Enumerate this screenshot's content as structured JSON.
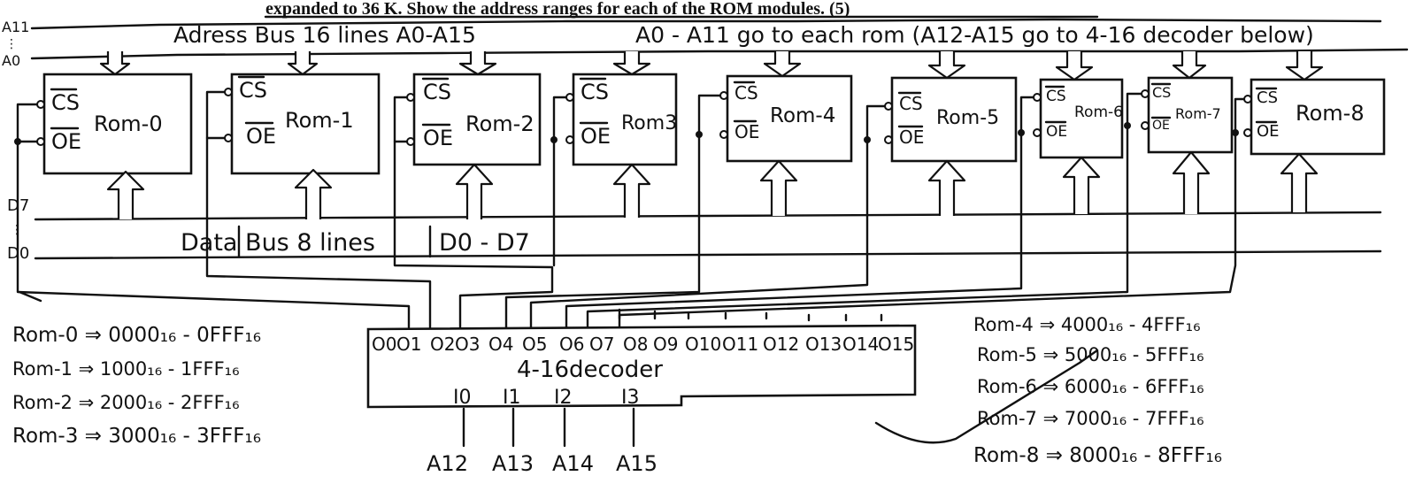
{
  "header": {
    "question": "expanded to 36 K. Show the address ranges for each of the ROM modules. (5)"
  },
  "bus_labels": {
    "addr_top": "A11",
    "addr_dots": "⋮",
    "addr_bottom": "A0",
    "address_note_1": "Adress Bus 16 lines A0-A15",
    "address_note_2": "A0 - A11 go to each rom (A12-A15 go to 4-16 decoder below)",
    "data_top": "D7",
    "data_dots": "⋮",
    "data_bottom": "D0",
    "data_note": "Data Bus 8 lines",
    "data_range": "D0 - D7"
  },
  "roms": [
    {
      "cs": "CS",
      "oe": "OE",
      "label": "Rom-0"
    },
    {
      "cs": "CS",
      "oe": "OE",
      "label": "Rom-1"
    },
    {
      "cs": "CS",
      "oe": "OE",
      "label": "Rom-2"
    },
    {
      "cs": "CS",
      "oe": "OE",
      "label": "Rom3"
    },
    {
      "cs": "CS",
      "oe": "OE",
      "label": "Rom-4"
    },
    {
      "cs": "CS",
      "oe": "OE",
      "label": "Rom-5"
    },
    {
      "cs": "CS",
      "oe": "OE",
      "label": "Rom-6"
    },
    {
      "cs": "CS",
      "oe": "OE",
      "label": "Rom-7"
    },
    {
      "cs": "CS",
      "oe": "OE",
      "label": "Rom-8"
    }
  ],
  "decoder": {
    "title": "4-16decoder",
    "outputs": [
      "O0",
      "O1",
      "O2",
      "O3",
      "O4",
      "O5",
      "O6",
      "O7",
      "O8",
      "O9",
      "O10",
      "O11",
      "O12",
      "O13",
      "O14",
      "O15"
    ],
    "inputs": [
      "I0",
      "I1",
      "I2",
      "I3"
    ],
    "address_inputs": [
      "A12",
      "A13",
      "A14",
      "A15"
    ]
  },
  "ranges_left": [
    "Rom-0 ⇒ 0000₁₆ - 0FFF₁₆",
    "Rom-1 ⇒ 1000₁₆ - 1FFF₁₆",
    "Rom-2 ⇒ 2000₁₆ - 2FFF₁₆",
    "Rom-3 ⇒ 3000₁₆ - 3FFF₁₆"
  ],
  "ranges_right": [
    "Rom-4 ⇒ 4000₁₆ - 4FFF₁₆",
    "Rom-5 ⇒ 5000₁₆ - 5FFF₁₆",
    "Rom-6 ⇒ 6000₁₆ - 6FFF₁₆",
    "Rom-7 ⇒ 7000₁₆ - 7FFF₁₆",
    "Rom-8 ⇒ 8000₁₆ - 8FFF₁₆"
  ]
}
